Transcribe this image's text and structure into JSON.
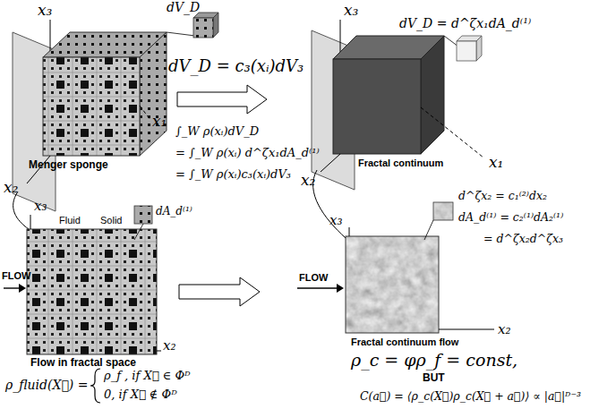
{
  "diagram": {
    "labels": [
      "x₃",
      "dV_D",
      "x₁",
      "x₂",
      "Menger sponge",
      "dV_D = c₃(xᵢ)dV₃",
      "∫_W ρ(xᵢ)dV_D",
      "= ∫_W ρ(xᵢ) d^ζx₁dA_d⁽¹⁾",
      "= ∫_W ρ(xᵢ)c₃(xᵢ)dV₃",
      "x₃",
      "dA_d⁽¹⁾",
      "Fluid",
      "Solid",
      "FLOW",
      "x₂",
      "Flow in fractal space",
      "ρ_fluid(X⃗) =",
      "ρ_f , if X⃗ ∈ Φᴰ",
      "0, if X⃗ ∉ Φᴰ",
      "x₃",
      "dV_D = d^ζx₁dA_d⁽¹⁾",
      "x₁",
      "x₂",
      "Fractal continuum",
      "d^ζx₂ = c₁⁽²⁾dx₂",
      "dA_d⁽¹⁾ = c₂⁽¹⁾dA₂⁽¹⁾",
      "= d^ζx₂d^ζx₃",
      "x₃",
      "FLOW",
      "x₂",
      "Fractal continuum flow",
      "ρ_c = φρ_f = const,",
      "BUT",
      "C(a⃗) = ⟨ρ_c(X⃗)ρ_c(X⃗ + a⃗)⟩ ∝ |a⃗|ᴰ⁻³"
    ]
  }
}
